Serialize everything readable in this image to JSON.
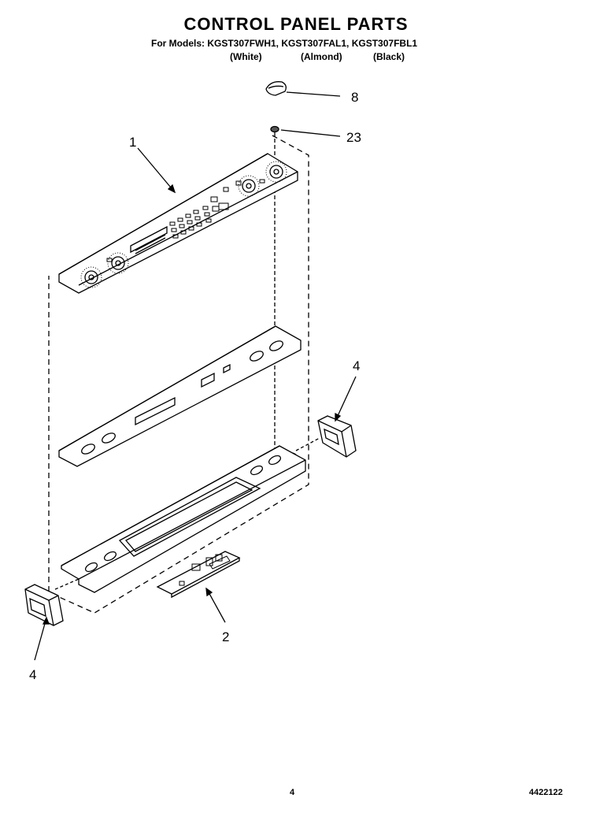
{
  "header": {
    "title": "CONTROL PANEL PARTS",
    "models_line": "For Models: KGST307FWH1, KGST307FAL1, KGST307FBL1",
    "finishes": [
      "(White)",
      "(Almond)",
      "(Black)"
    ]
  },
  "callouts": [
    "8",
    "23",
    "1",
    "4",
    "4",
    "2"
  ],
  "footer": {
    "page_number": "4",
    "document_number": "4422122"
  }
}
